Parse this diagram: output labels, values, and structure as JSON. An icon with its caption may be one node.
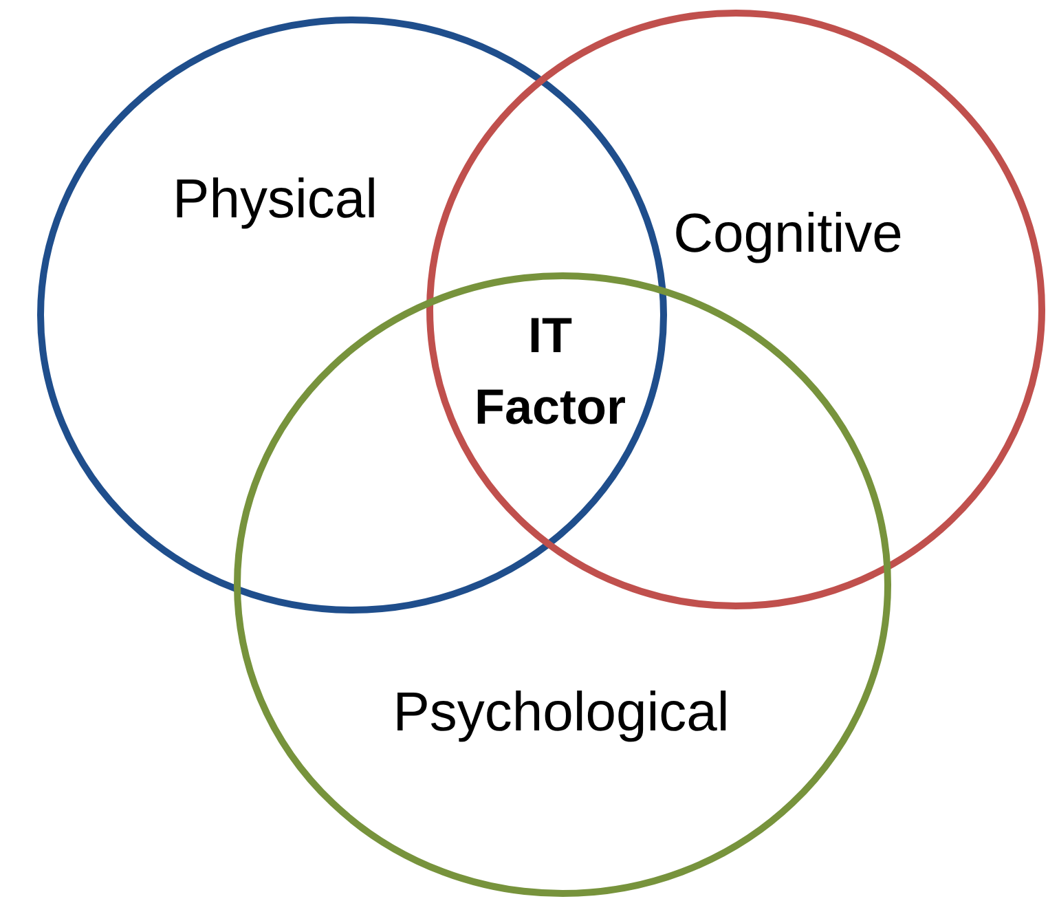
{
  "diagram": {
    "nodes": [
      {
        "text": [
          "Physical"
        ]
      },
      {
        "text": [
          "Cognitive"
        ]
      },
      {
        "text": [
          "Psychological"
        ]
      }
    ],
    "labels": [
      "IT Factor"
    ]
  }
}
